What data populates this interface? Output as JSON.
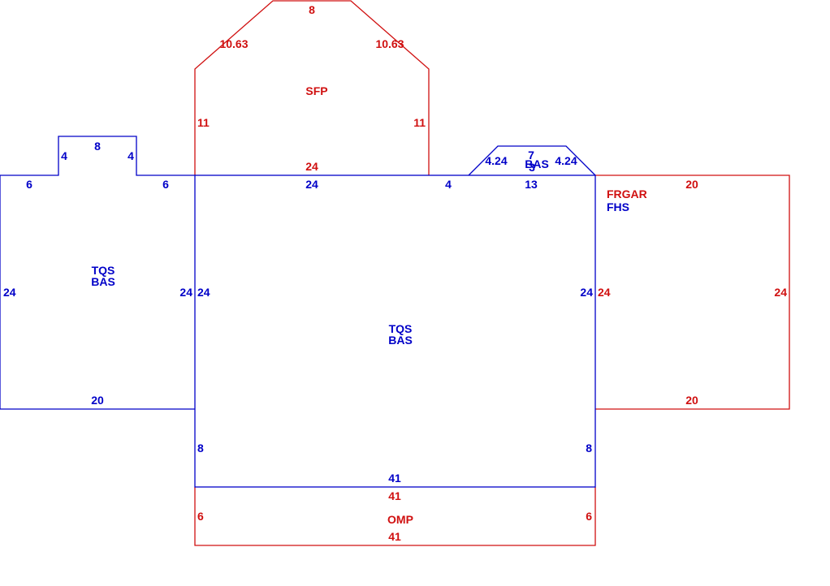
{
  "colors": {
    "blue": "#0000c8",
    "red": "#d01010",
    "background": "#ffffff"
  },
  "areas": {
    "left_wing": {
      "line1": "TQS",
      "line2": "BAS"
    },
    "main": {
      "line1": "TQS",
      "line2": "BAS"
    },
    "sfp": {
      "label": "SFP"
    },
    "bay": {
      "label": "BAS"
    },
    "garage": {
      "line1": "FRGAR",
      "line2": "FHS"
    },
    "porch": {
      "label": "OMP"
    }
  },
  "dimensions": {
    "left_wing": {
      "bump_top": "8",
      "bump_left": "4",
      "bump_right": "4",
      "top_left": "6",
      "top_right": "6",
      "left_side": "24",
      "right_side": "24",
      "bottom": "20"
    },
    "sfp": {
      "top": "8",
      "diag_left": "10.63",
      "diag_right": "10.63",
      "left_side": "11",
      "right_side": "11",
      "bottom": "24"
    },
    "main": {
      "top": "24",
      "top_gap": "4",
      "left_side": "24",
      "right_side": "24",
      "left_lower": "8",
      "right_lower": "8",
      "bottom": "41"
    },
    "bay": {
      "top": "7",
      "diag_left": "4.24",
      "diag_right": "4.24",
      "depth": "3",
      "base": "13"
    },
    "garage": {
      "top": "20",
      "left_side": "24",
      "right_side": "24",
      "bottom": "20"
    },
    "porch": {
      "top": "41",
      "left_side": "6",
      "right_side": "6",
      "bottom": "41"
    }
  }
}
